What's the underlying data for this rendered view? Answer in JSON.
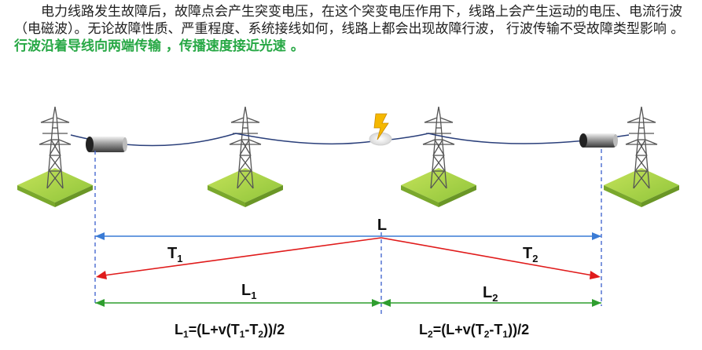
{
  "paragraph": {
    "normal_text": "电力线路发生故障后，故障点会产生突变电压，在这个突变电压作用下，线路上会产生运动的电压、电流行波（电磁波）。无论故障性质、严重程度、系统接线如何，线路上都会出现故障行波， 行波传输不受故障类型影响 。",
    "highlight_text": "行波沿着导线向两端传输 ，传播速度接近光速 。",
    "highlight_color": "#27a845"
  },
  "diagram": {
    "total_length_label": "L",
    "t1_label": "T",
    "t1_sub": "1",
    "t2_label": "T",
    "t2_sub": "2",
    "l1_label": "L",
    "l1_sub": "1",
    "l2_label": "L",
    "l2_sub": "2",
    "formula_left": {
      "a": "L",
      "a_sub": "1",
      "b": "=(L+v(T",
      "b_sub": "1",
      "c": "-T",
      "c_sub": "2",
      "d": "))/2"
    },
    "formula_right": {
      "a": "L",
      "a_sub": "2",
      "b": "=(L+v(T",
      "b_sub": "2",
      "c": "-T",
      "c_sub": "1",
      "d": "))/2"
    },
    "colors": {
      "blue_arrow": "#3a7bd5",
      "red_arrow": "#e01b1b",
      "green_arrow": "#2f9e2f",
      "dashed": "#3a5fcd",
      "grass": "#9acd32"
    },
    "icons": [
      "transmission-tower",
      "traveling-wave-sensor",
      "lightning-fault-icon"
    ]
  }
}
